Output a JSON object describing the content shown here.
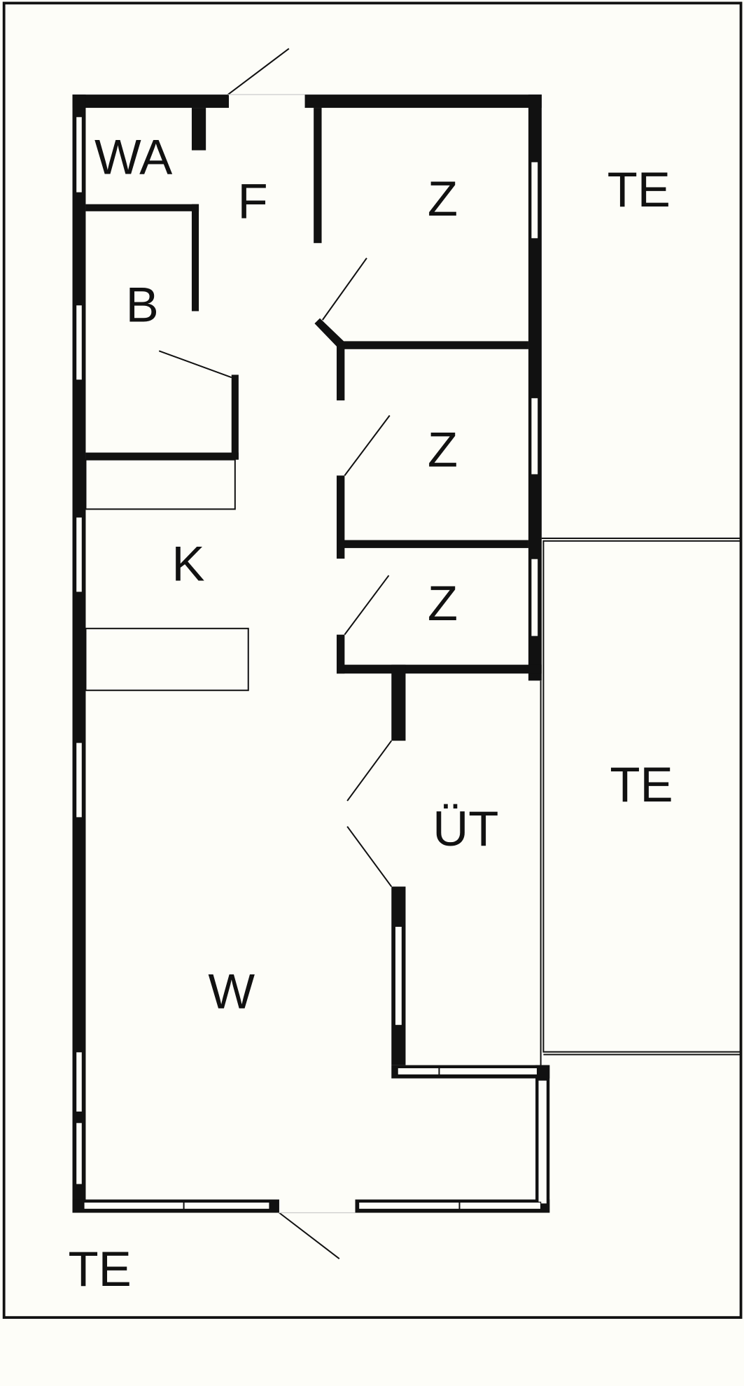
{
  "plan": {
    "rooms": {
      "wa": "WA",
      "f": "F",
      "z1": "Z",
      "z2": "Z",
      "z3": "Z",
      "b": "B",
      "k": "K",
      "ut": "ÜT",
      "w": "W",
      "te_top": "TE",
      "te_mid": "TE",
      "te_bottom": "TE"
    }
  }
}
